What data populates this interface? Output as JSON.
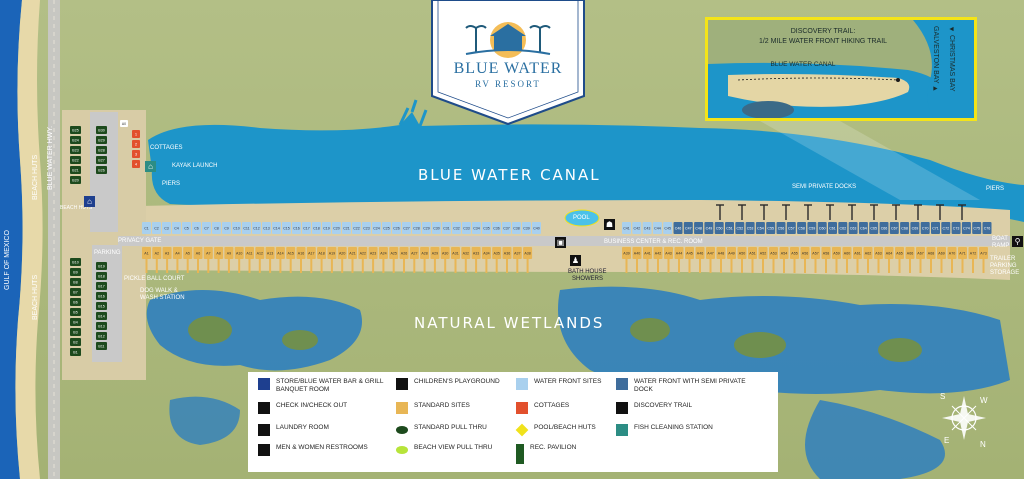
{
  "logo": {
    "title": "BLUE WATER",
    "subtitle": "RV RESORT"
  },
  "water": {
    "canal": "BLUE WATER CANAL",
    "wetlands": "NATURAL WETLANDS",
    "gulf": "GULF OF MEXICO",
    "highway": "BLUE WATER HWY."
  },
  "inset": {
    "line1": "DISCOVERY TRAIL:",
    "line2": "1/2 MILE WATER FRONT HIKING TRAIL",
    "canal": "BLUE WATER CANAL",
    "christmas_bay": "◄ CHRISTMAS BAY",
    "galveston_bay": "GALVESTON BAY ►"
  },
  "places": {
    "cottages": "COTTAGES",
    "kayak": "KAYAK LAUNCH",
    "piers_left": "PIERS",
    "piers_right": "PIERS",
    "semi_docks": "SEMI PRIVATE DOCKS",
    "pool": "POOL",
    "business": "BUSINESS CENTER & REC. ROOM",
    "bathhouse1": "BATH HOUSE",
    "bathhouse2": "SHOWERS",
    "privacy_gate": "PRIVACY GATE",
    "pickleball": "PICKLE BALL COURT",
    "dogwalk1": "DOG WALK &",
    "dogwalk2": "WASH STATION",
    "parking_top": "PARKING",
    "parking": "PARKING",
    "beach_huts": "BEACH HUTS",
    "beach_huts2": "BEACH HUTS",
    "beach_cooler": "BEACH HUTS",
    "boat_ramp1": "BOAT",
    "boat_ramp2": "RAMP",
    "trailer1": "TRAILER",
    "trailer2": "PARKING",
    "trailer3": "STORAGE"
  },
  "sites": {
    "left_top": [
      "B25",
      "B24",
      "B23",
      "B22",
      "B21",
      "B20"
    ],
    "left_top_col2": [
      "B30",
      "B29",
      "B28",
      "B27",
      "B26"
    ],
    "left_bottom": [
      "B10",
      "B9",
      "B8",
      "B7",
      "B6",
      "B5",
      "B4",
      "B3",
      "B2",
      "B1"
    ],
    "left_bottom_col2": [
      "B19",
      "B18",
      "B17",
      "B16",
      "B15",
      "B14",
      "B13",
      "B12",
      "B11"
    ],
    "waterfront": [
      "C1",
      "C2",
      "C3",
      "C4",
      "C5",
      "C6",
      "C7",
      "C8",
      "C9",
      "C10",
      "C11",
      "C12",
      "C13",
      "C14",
      "C15",
      "C16",
      "C17",
      "C18",
      "C19",
      "C20",
      "C21",
      "C22",
      "C23",
      "C24",
      "C25",
      "C26",
      "C27",
      "C28",
      "C29",
      "C30",
      "C31",
      "C32",
      "C33",
      "C34",
      "C35",
      "C36",
      "C37",
      "C38",
      "C39",
      "C40",
      "C41",
      "C42",
      "C43",
      "C44",
      "C45",
      "C46",
      "C47",
      "C48",
      "C49",
      "C50",
      "C51",
      "C52",
      "C53",
      "C54",
      "C55",
      "C56",
      "C57",
      "C58",
      "C59",
      "C60",
      "C61",
      "C62",
      "C63",
      "C64",
      "C65",
      "C66",
      "C67",
      "C68",
      "C69",
      "C70",
      "C71",
      "C72",
      "C73",
      "C74",
      "C75",
      "C76"
    ],
    "standard": [
      "A1",
      "A2",
      "A3",
      "A4",
      "A5",
      "A6",
      "A7",
      "A8",
      "A9",
      "A10",
      "A11",
      "A12",
      "A13",
      "A14",
      "A15",
      "A16",
      "A17",
      "A18",
      "A19",
      "A20",
      "A21",
      "A22",
      "A23",
      "A24",
      "A25",
      "A26",
      "A27",
      "A28",
      "A29",
      "A30",
      "A31",
      "A32",
      "A33",
      "A34",
      "A35",
      "A36",
      "A37",
      "A38",
      "A39",
      "A40",
      "A41",
      "A42",
      "A43",
      "A44",
      "A45",
      "A46",
      "A47",
      "A48",
      "A49",
      "A50",
      "A51",
      "A52",
      "A53",
      "A54",
      "A55",
      "A56",
      "A57",
      "A58",
      "A59",
      "A60",
      "A61",
      "A62",
      "A63",
      "A64",
      "A65",
      "A66",
      "A67",
      "A68",
      "A69",
      "A70",
      "A71",
      "A72",
      "A73"
    ],
    "cottages": [
      "1",
      "2",
      "3",
      "4"
    ],
    "a0": "A0"
  },
  "legend": [
    {
      "label": "STORE/BLUE WATER BAR & GRILL BANQUET ROOM",
      "swatch": "store-icon",
      "color": "#1e3f8f"
    },
    {
      "label": "CHECK IN/CHECK OUT",
      "swatch": "checkin-icon",
      "color": "#111111"
    },
    {
      "label": "LAUNDRY ROOM",
      "swatch": "laundry-icon",
      "color": "#111111"
    },
    {
      "label": "MEN & WOMEN RESTROOMS",
      "swatch": "restroom-icon",
      "color": "#111111"
    },
    {
      "label": "CHILDREN'S PLAYGROUND",
      "swatch": "playground-icon",
      "color": "#111111"
    },
    {
      "label": "STANDARD SITES",
      "swatch": "standard-swatch",
      "color": "#e8b655"
    },
    {
      "label": "STANDARD PULL THRU",
      "swatch": "pullthru-swatch",
      "color": "#1d4a1d"
    },
    {
      "label": "BEACH VIEW PULL THRU",
      "swatch": "beachview-swatch",
      "color": "#b7e43a"
    },
    {
      "label": "WATER FRONT SITES",
      "swatch": "waterfront-swatch",
      "color": "#a9d0ee"
    },
    {
      "label": "COTTAGES",
      "swatch": "cottage-swatch",
      "color": "#e2502d"
    },
    {
      "label": "POOL/BEACH HUTS",
      "swatch": "poolhut-swatch",
      "color": "#f0e21b"
    },
    {
      "label": "REC. PAVILION",
      "swatch": "pavilion-swatch",
      "color": "#1f5a22"
    },
    {
      "label": "WATER FRONT WITH SEMI PRIVATE DOCK",
      "swatch": "semidock-swatch",
      "color": "#3f6d9c"
    },
    {
      "label": "DISCOVERY TRAIL",
      "swatch": "trail-icon",
      "color": "#111111"
    },
    {
      "label": "FISH CLEANING STATION",
      "swatch": "fish-icon",
      "color": "#2c8d84"
    }
  ],
  "compass": {
    "n": "N",
    "s": "S",
    "e": "E",
    "w": "W"
  },
  "colors": {
    "canal": "#1d95c9",
    "gulf": "#1b64b8",
    "land": "#a9b77a",
    "sand": "#dccfa8",
    "road": "#c9c9c9"
  }
}
